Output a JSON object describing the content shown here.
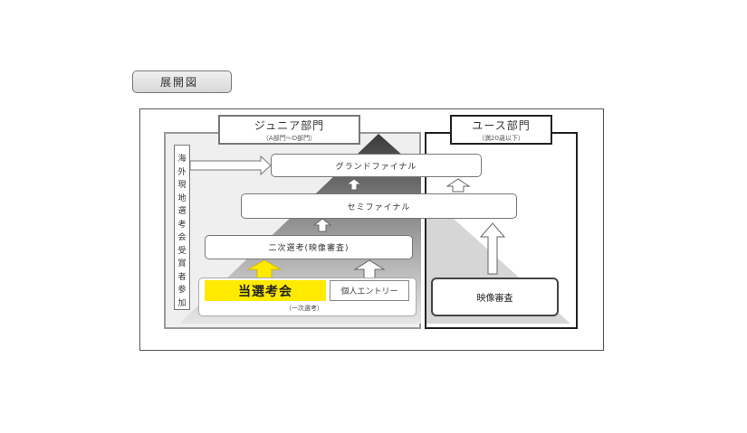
{
  "header": {
    "title": "展開図"
  },
  "junior": {
    "title": "ジュニア部門",
    "subtitle": "（A部門〜D部門）"
  },
  "youth": {
    "title": "ユース部門",
    "subtitle": "（満20歳以下）"
  },
  "stages": {
    "grand_final": "グランドファイナル",
    "semi_final": "セミファイナル",
    "second_round": "二次選考(映像審査)",
    "first_round_highlight": "当選考会",
    "individual_entry": "個人エントリー",
    "first_round_note": "（一次選考）",
    "video_review": "映像審査"
  },
  "overseas": {
    "chars": [
      "海",
      "外",
      "現",
      "地",
      "選",
      "考",
      "会",
      "受",
      "賞",
      "者",
      "参",
      "加"
    ]
  },
  "colors": {
    "highlight": "#ffea00",
    "pyramid_dark": "#444444",
    "pyramid_light": "#d0d0d0"
  }
}
